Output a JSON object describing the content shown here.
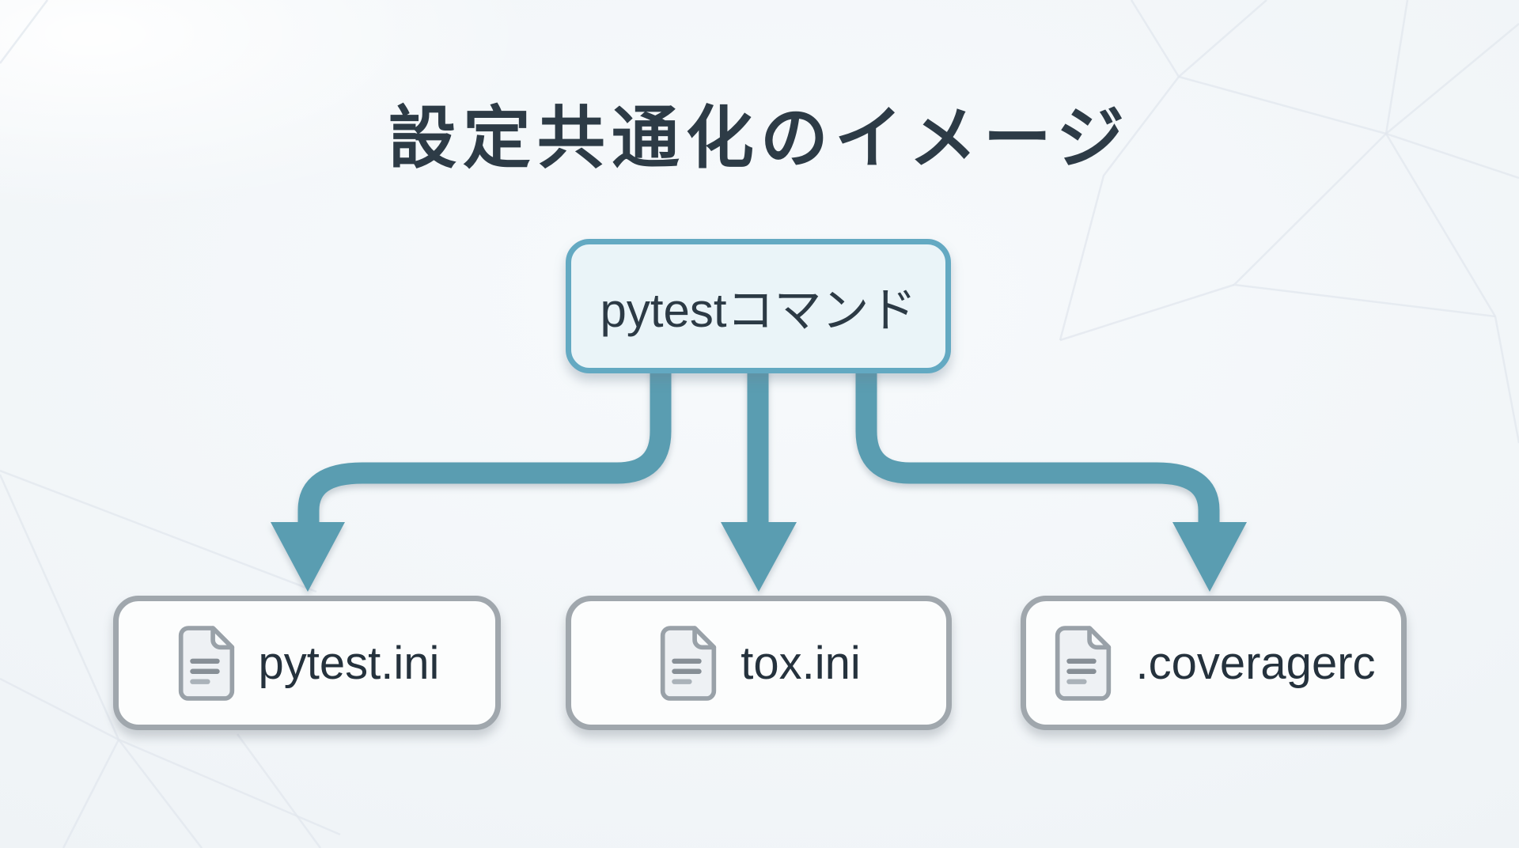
{
  "title": "設定共通化のイメージ",
  "diagram": {
    "root": {
      "label": "pytestコマンド"
    },
    "children": [
      {
        "label": "pytest.ini",
        "icon": "document-icon"
      },
      {
        "label": "tox.ini",
        "icon": "document-icon"
      },
      {
        "label": ".coveragerc",
        "icon": "document-icon"
      }
    ]
  },
  "colors": {
    "bg_center": "#f7fafc",
    "bg_mid": "#f0f4f7",
    "bg_edge": "#e9eef3",
    "mesh_line": "#e2e7ed",
    "title_text": "#2d3b46",
    "arrow": "#5a9db1",
    "root_fill": "#eaf4f8",
    "root_border": "#63a9c2",
    "root_text": "#2c3a45",
    "file_fill": "#fcfdfd",
    "file_border": "#a0a7ad",
    "file_text": "#25323d",
    "icon_fill": "#eef1f4",
    "icon_fold": "#f8fafb",
    "icon_stroke": "#99a1a8",
    "icon_line_strong": "#878f96",
    "icon_line_soft": "#aab2b9"
  }
}
